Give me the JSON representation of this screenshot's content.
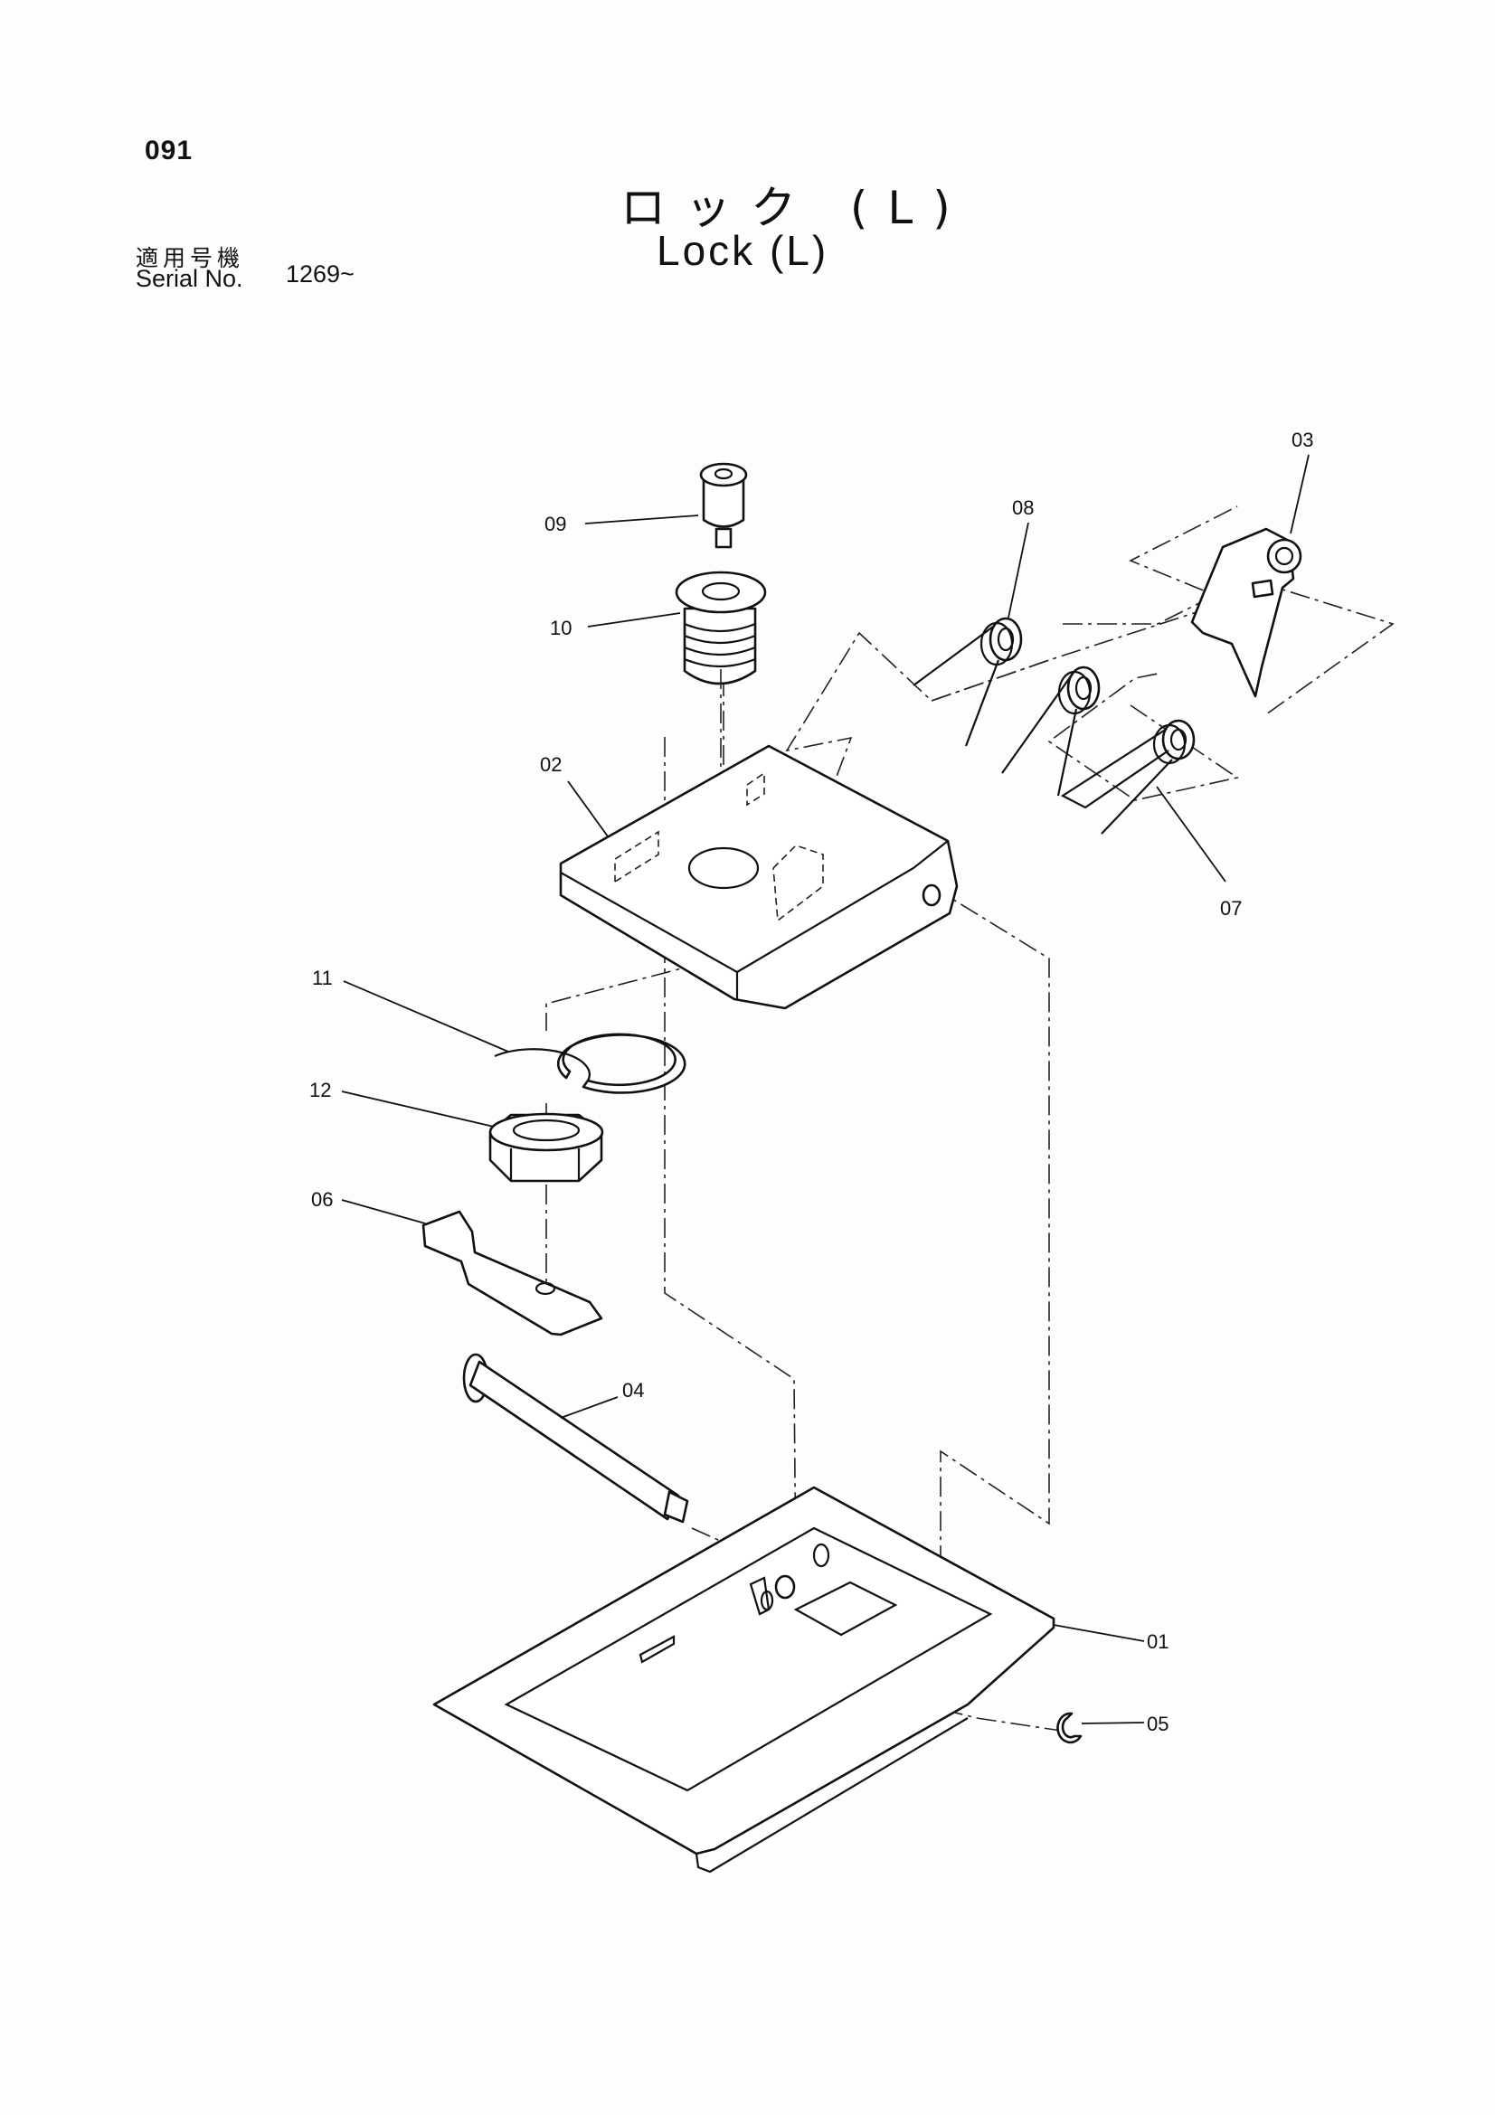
{
  "header": {
    "page_number": "091",
    "title_ja": "ロック (L)",
    "title_en": "Lock (L)",
    "serial_label_ja": "適用号機",
    "serial_label_en": "Serial No.",
    "serial_value": "1269~"
  },
  "callouts": [
    "01",
    "02",
    "03",
    "04",
    "05",
    "06",
    "07",
    "08",
    "09",
    "10",
    "11",
    "12"
  ]
}
